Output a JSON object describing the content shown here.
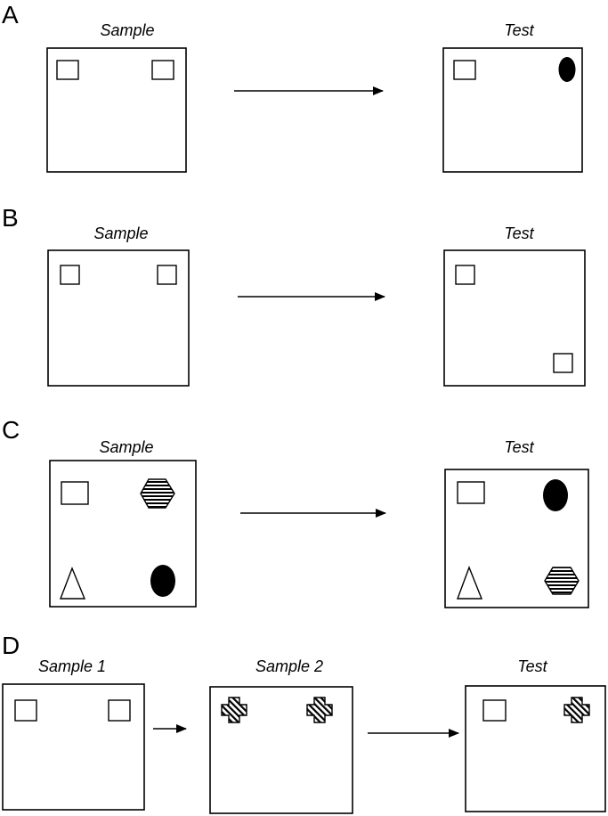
{
  "panels": {
    "A": {
      "letter": "A",
      "left_caption": "Sample",
      "right_caption": "Test"
    },
    "B": {
      "letter": "B",
      "left_caption": "Sample",
      "right_caption": "Test"
    },
    "C": {
      "letter": "C",
      "left_caption": "Sample",
      "right_caption": "Test"
    },
    "D": {
      "letter": "D",
      "caption_1": "Sample 1",
      "caption_2": "Sample 2",
      "caption_3": "Test"
    }
  },
  "colors": {
    "stroke": "#000000",
    "fill_black": "#000000",
    "background": "#ffffff"
  }
}
